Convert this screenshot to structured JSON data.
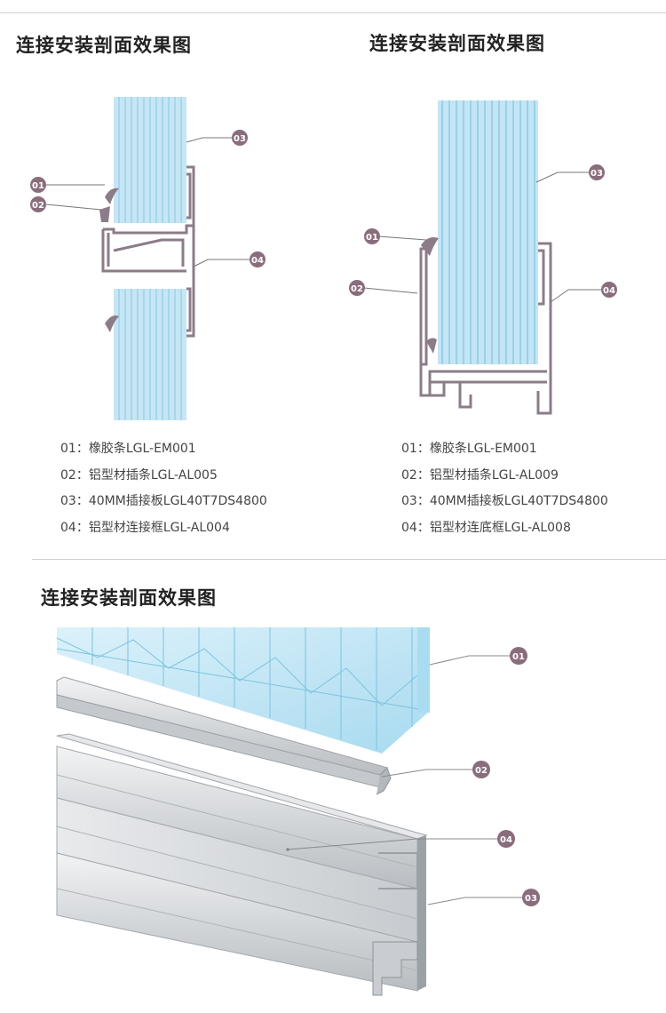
{
  "sections": {
    "left_title": "连接安装剖面效果图",
    "right_title": "连接安装剖面效果图",
    "bottom_title": "连接安装剖面效果图"
  },
  "left_legend": [
    "01：橡胶条LGL-EM001",
    "02：铝型材插条LGL-AL005",
    "03：40MM插接板LGL40T7DS4800",
    "04：铝型材连接框LGL-AL004"
  ],
  "right_legend": [
    "01：橡胶条LGL-EM001",
    "02：铝型材插条LGL-AL009",
    "03：40MM插接板LGL40T7DS4800",
    "04：铝型材连底框LGL-AL008"
  ],
  "callouts": {
    "left": [
      "01",
      "02",
      "03",
      "04"
    ],
    "right": [
      "01",
      "02",
      "03",
      "04"
    ],
    "bottom": [
      "01",
      "02",
      "04",
      "03"
    ]
  },
  "colors": {
    "panel_blue": "#bfe3f3",
    "panel_line": "#7ec3e2",
    "frame_purple": "#8c7c88",
    "callout_circle": "#8a6d7d",
    "aluminium": "#d9dcdf"
  }
}
